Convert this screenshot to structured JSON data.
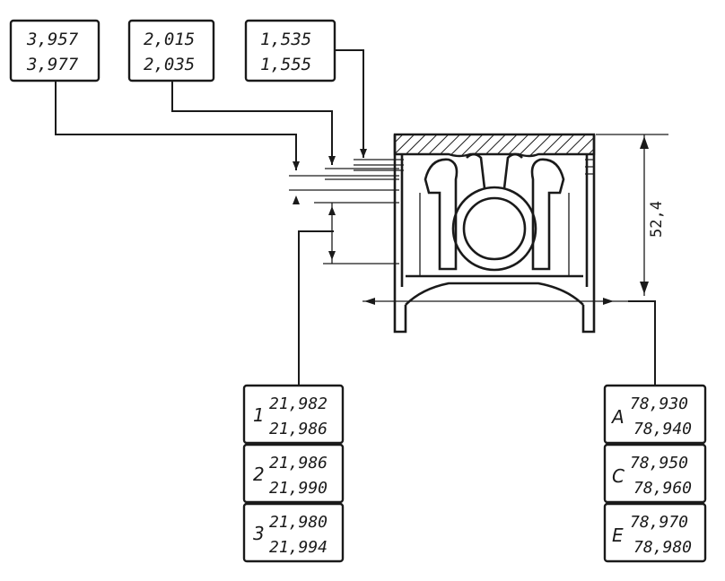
{
  "ring_grooves": [
    {
      "min": "3,957",
      "max": "3,977"
    },
    {
      "min": "2,015",
      "max": "2,035"
    },
    {
      "min": "1,535",
      "max": "1,555"
    }
  ],
  "pin_bore_groups": [
    {
      "class": "1",
      "min": "21,982",
      "max": "21,986"
    },
    {
      "class": "2",
      "min": "21,986",
      "max": "21,990"
    },
    {
      "class": "3",
      "min": "21,980",
      "max": "21,994"
    }
  ],
  "piston_diameter_classes": [
    {
      "class": "A",
      "min": "78,930",
      "max": "78,940"
    },
    {
      "class": "C",
      "min": "78,950",
      "max": "78,960"
    },
    {
      "class": "E",
      "min": "78,970",
      "max": "78,980"
    }
  ],
  "height_dimension": "52,4"
}
